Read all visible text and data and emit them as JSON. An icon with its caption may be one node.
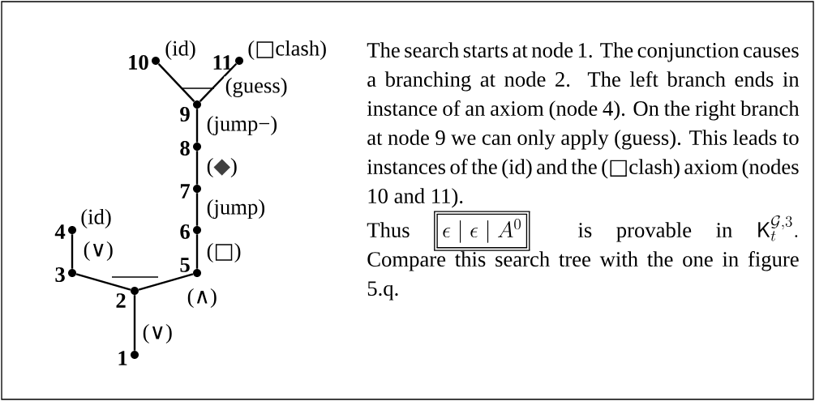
{
  "diagram": {
    "nodes": [
      {
        "text": [
          "1"
        ]
      },
      {
        "text": [
          "2"
        ]
      },
      {
        "text": [
          "3"
        ]
      },
      {
        "text": [
          "4"
        ],
        "beside": [
          "(id)"
        ]
      },
      {
        "text": [
          "5"
        ]
      },
      {
        "text": [
          "6"
        ]
      },
      {
        "text": [
          "7"
        ]
      },
      {
        "text": [
          "8"
        ]
      },
      {
        "text": [
          "9"
        ]
      },
      {
        "text": [
          "10"
        ],
        "beside": [
          "(id)"
        ]
      },
      {
        "text": [
          "11"
        ],
        "beside": [
          "(□clash)"
        ]
      }
    ],
    "edges": [
      {
        "from": 0,
        "to": 1,
        "arrow": "none",
        "label": "(∨)"
      },
      {
        "from": 1,
        "to": 2,
        "arrow": "none"
      },
      {
        "from": 1,
        "to": 4,
        "arrow": "none",
        "label": "(∧)"
      },
      {
        "from": 2,
        "to": 3,
        "arrow": "none",
        "label": "(∨)"
      },
      {
        "from": 4,
        "to": 5,
        "arrow": "none",
        "label": "(□)"
      },
      {
        "from": 5,
        "to": 6,
        "arrow": "none",
        "label": "(jump)"
      },
      {
        "from": 6,
        "to": 7,
        "arrow": "none",
        "label": "(◆)"
      },
      {
        "from": 7,
        "to": 8,
        "arrow": "none",
        "label": "(jump−)"
      },
      {
        "from": 8,
        "to": 9,
        "arrow": "none"
      },
      {
        "from": 8,
        "to": 10,
        "arrow": "none",
        "label": "(guess)"
      }
    ],
    "labels": [
      "The search starts at node 1. The conjunction causes a branching at node 2. The left branch ends in instance of an axiom (node 4). On the right branch at node 9 we can only apply (guess). This leads to instances of the (id) and the (□clash) axiom (nodes 10 and 11).",
      "Thus",
      "\\epsilon \\mid \\epsilon \\mid A^0",
      "is provable in",
      "\\mathsf{K}_t^{\\mathcal{G},3}.",
      "Compare this search tree with the one in figure 5.q."
    ]
  }
}
